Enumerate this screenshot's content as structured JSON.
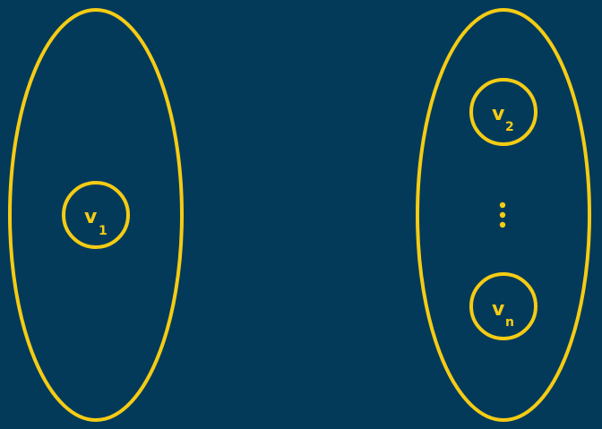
{
  "colors": {
    "background": "#033a5a",
    "accent": "#f5cc14"
  },
  "diagram": {
    "left_group": {
      "nodes": [
        {
          "main": "v",
          "sub": "1"
        }
      ]
    },
    "right_group": {
      "nodes": [
        {
          "main": "v",
          "sub": "2"
        },
        {
          "main": "v",
          "sub": "n"
        }
      ],
      "ellipsis": "⋮"
    }
  }
}
